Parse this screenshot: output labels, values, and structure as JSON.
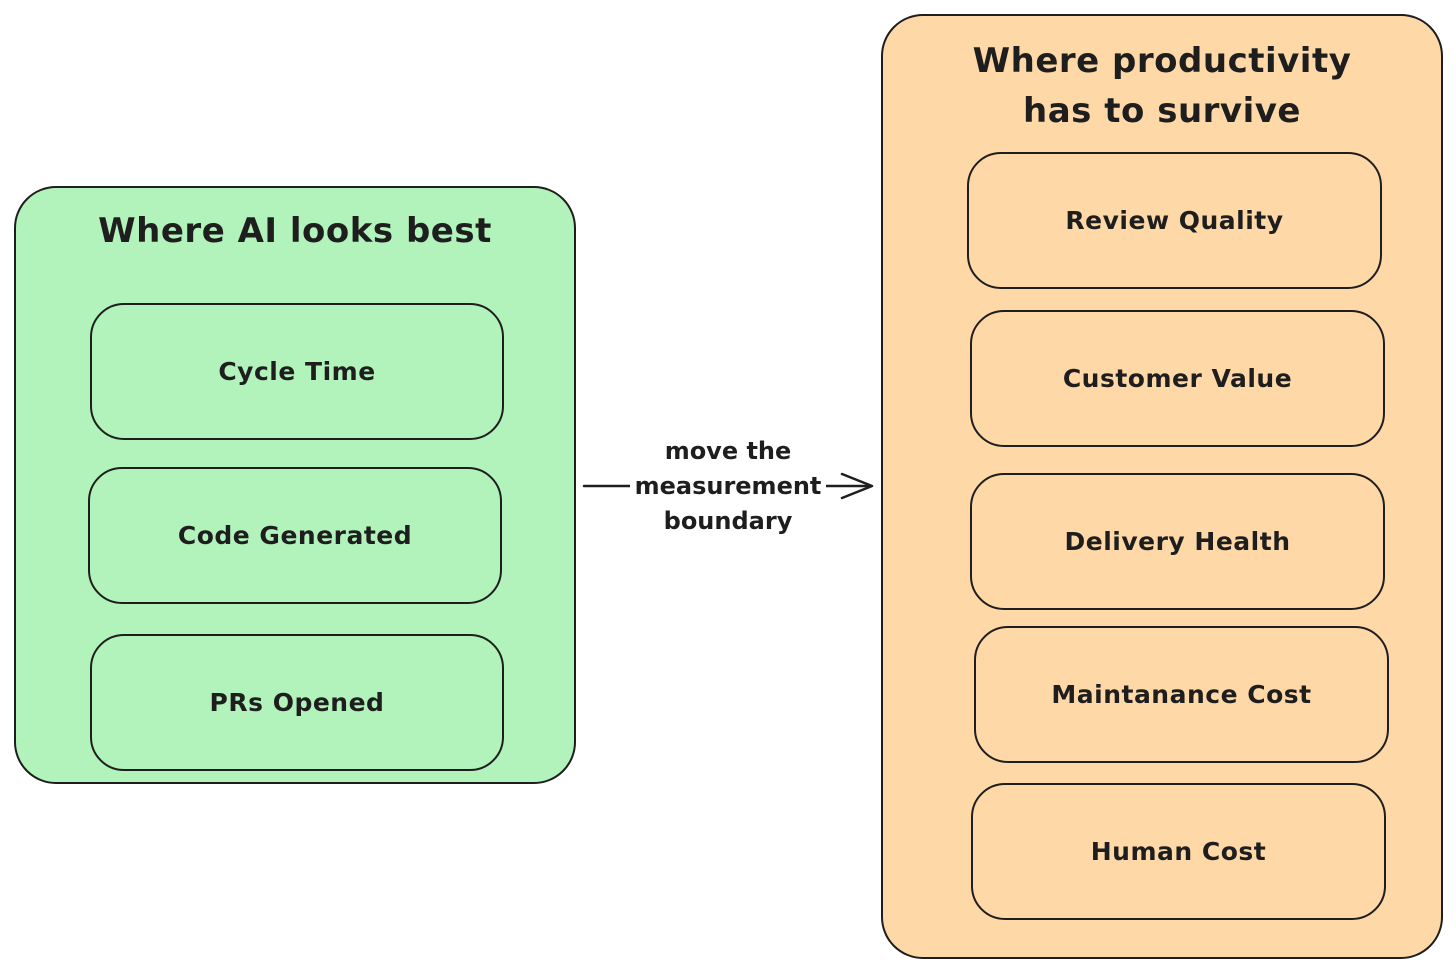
{
  "left_group": {
    "title": "Where AI looks best",
    "items": [
      "Cycle Time",
      "Code Generated",
      "PRs Opened"
    ]
  },
  "right_group": {
    "title_line1": "Where productivity",
    "title_line2": "has to survive",
    "items": [
      "Review Quality",
      "Customer Value",
      "Delivery Health",
      "Maintanance Cost",
      "Human Cost"
    ]
  },
  "connector": {
    "line1": "move the",
    "line2": "measurement",
    "line3": "boundary"
  },
  "colors": {
    "left_fill": "#b2f2bb",
    "right_fill": "#ffd8a8",
    "stroke": "#1e1e1e"
  }
}
